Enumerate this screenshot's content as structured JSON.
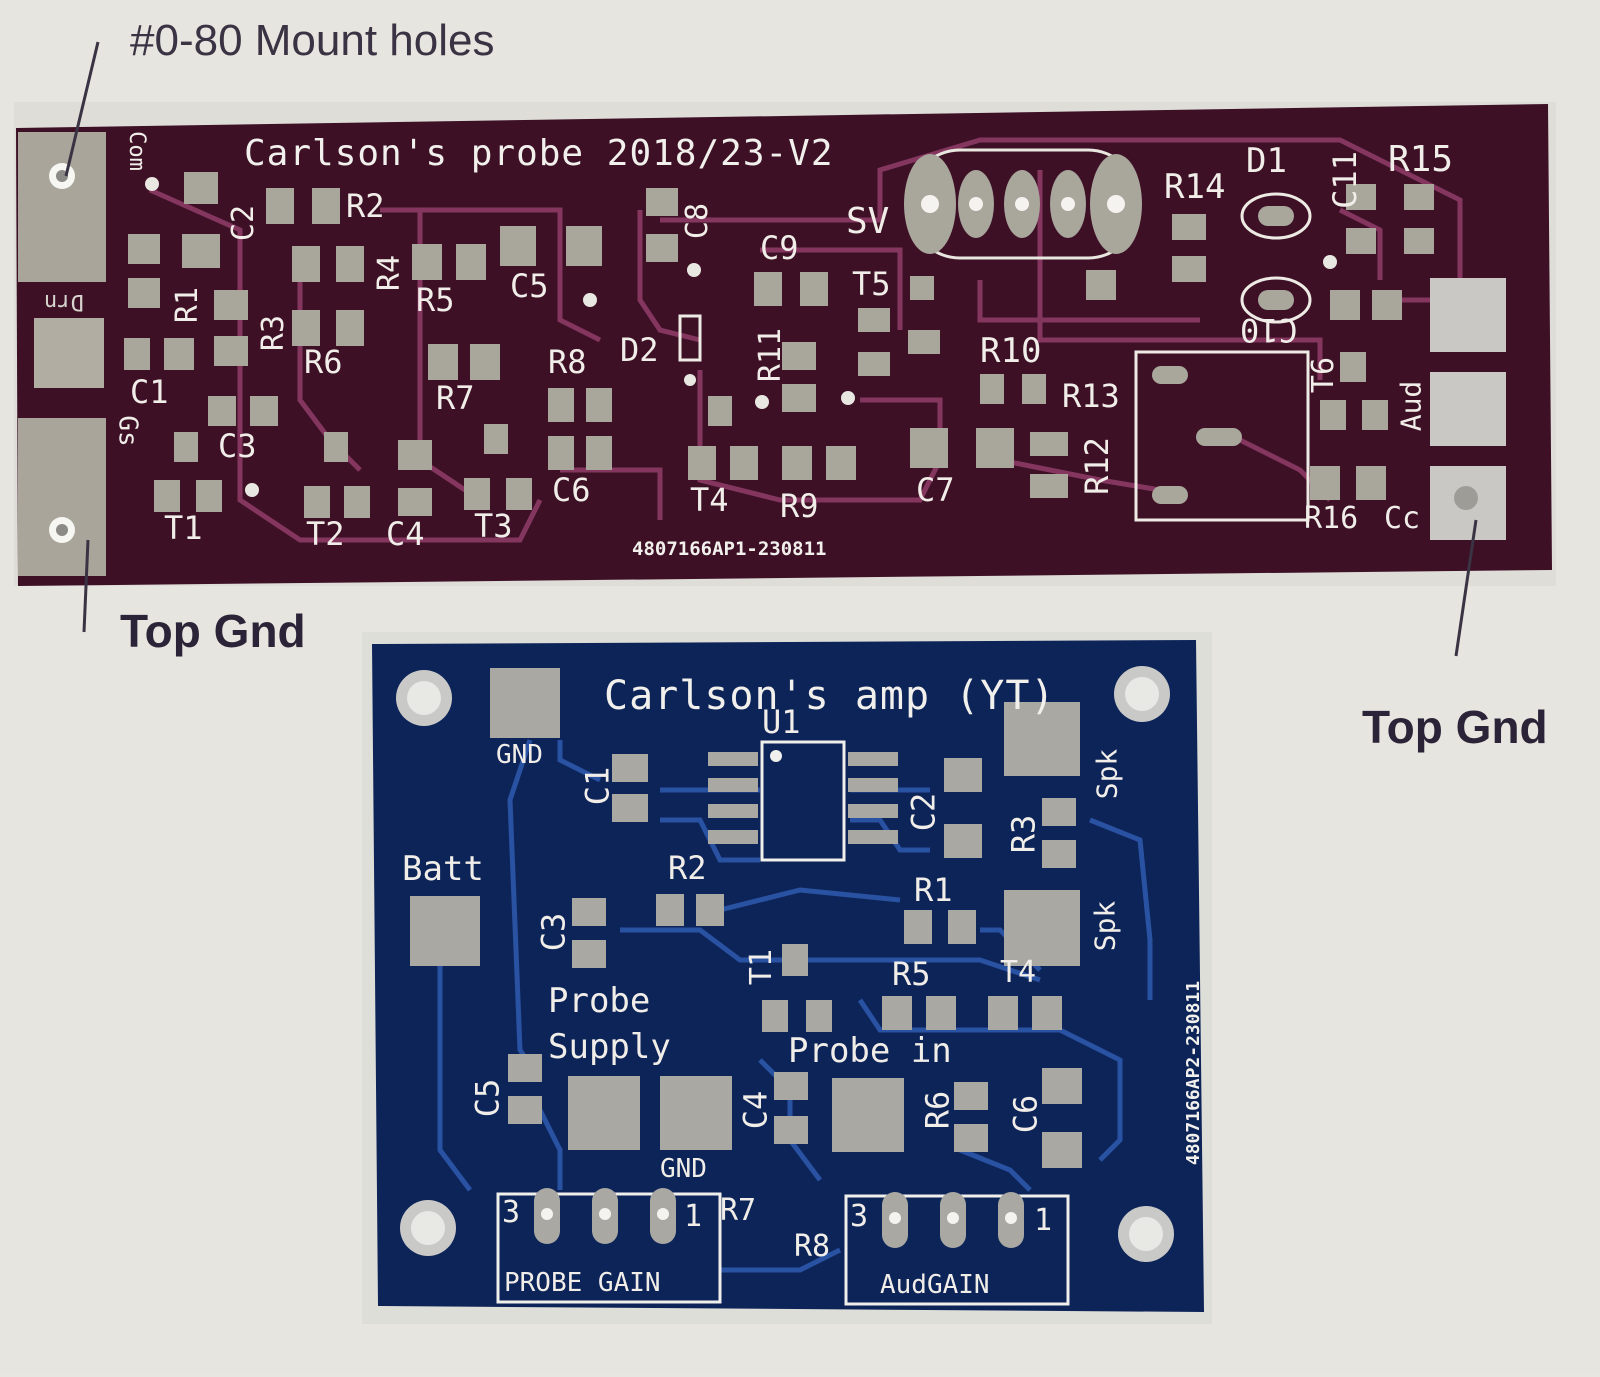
{
  "callouts": {
    "mount_holes": "#0-80 Mount holes",
    "top_gnd_left": "Top Gnd",
    "top_gnd_right": "Top Gnd"
  },
  "probe_board": {
    "title": "Carlson's probe 2018/23-V2",
    "serial": "4807166AP1-230811",
    "color": "#3c1025",
    "labels": [
      "Com",
      "Drn",
      "Gs",
      "C2",
      "R2",
      "R1",
      "R3",
      "R4",
      "R5",
      "C5",
      "C8",
      "SV",
      "C9",
      "T5",
      "R14",
      "D1",
      "C11",
      "R15",
      "R6",
      "D2",
      "R11",
      "R10",
      "C1",
      "C3",
      "R7",
      "R8",
      "R13",
      "C10",
      "T6",
      "Aud",
      "C6",
      "R12",
      "T1",
      "T2",
      "C4",
      "T3",
      "T4",
      "R9",
      "C7",
      "R16",
      "Cc"
    ]
  },
  "amp_board": {
    "title": "Carlson's amp (YT)",
    "serial": "4807166AP2-230811",
    "color": "#0e2357",
    "labels": [
      "GND",
      "U1",
      "C1",
      "C2",
      "Spk",
      "R3",
      "Batt",
      "R2",
      "R1",
      "Spk",
      "C3",
      "T1",
      "R5",
      "T4",
      "Probe",
      "Supply",
      "Probe in",
      "C5",
      "C4",
      "R6",
      "C6",
      "GND",
      "3",
      "1",
      "R7",
      "R8",
      "3",
      "1",
      "PROBE GAIN",
      "AudGAIN"
    ]
  }
}
